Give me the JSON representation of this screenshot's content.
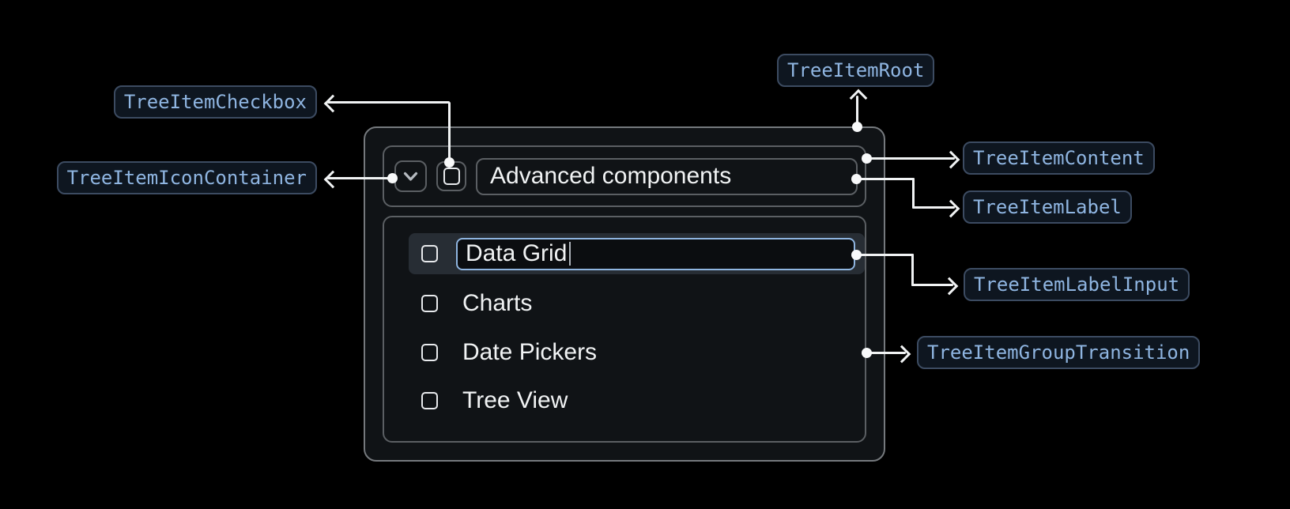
{
  "diagram": {
    "annotations": {
      "root": "TreeItemRoot",
      "checkbox": "TreeItemCheckbox",
      "icon_container": "TreeItemIconContainer",
      "content": "TreeItemContent",
      "label": "TreeItemLabel",
      "label_input": "TreeItemLabelInput",
      "group_transition": "TreeItemGroupTransition"
    },
    "colors": {
      "background": "#000000",
      "annotation_text": "#8fb5e1",
      "annotation_border": "#3c4b61",
      "annotation_background": "#0e1620",
      "arrow": "#f1f3f4",
      "panel_border": "#75797d",
      "inner_border": "#5b5f63",
      "focus_ring": "#8fb5e0",
      "active_row_background": "#272d34",
      "text": "#f1f3f4"
    },
    "icons": {
      "expand": "chevron-down",
      "checkbox": "square-unchecked"
    }
  },
  "tree": {
    "parent_item": {
      "label": "Advanced components",
      "state": "expanded",
      "checked": false
    },
    "children": [
      {
        "label": "Data Grid",
        "state": "editing",
        "checked": false
      },
      {
        "label": "Charts",
        "checked": false
      },
      {
        "label": "Date Pickers",
        "checked": false
      },
      {
        "label": "Tree View",
        "checked": false
      }
    ]
  }
}
